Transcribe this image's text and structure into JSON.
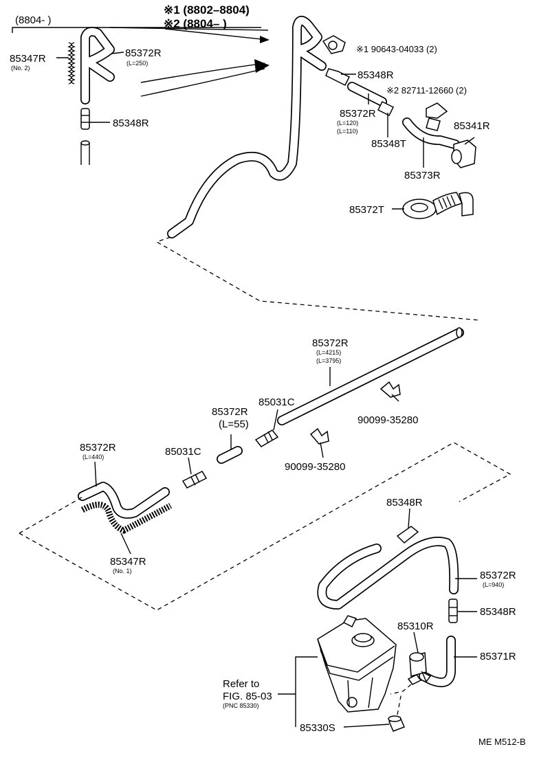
{
  "inset": {
    "year_label": "(8804-          )"
  },
  "legend": {
    "mark1": "※1 (8802–8804)",
    "mark2": "※2 (8804–          )"
  },
  "labels": {
    "p85347R_top": "85347R",
    "p85347R_top_sub": "(No. 2)",
    "p85372R_top": "85372R",
    "p85372R_top_sub": "(L=250)",
    "p85348R_top": "85348R",
    "clip1": "※1 90643-04033 (2)",
    "p85348R_a": "85348R",
    "clip2": "※2 82711-12660 (2)",
    "p85372R_b": "85372R",
    "p85372R_b_sub1": "(L=120)",
    "p85372R_b_sub2": "(L=110)",
    "p85341R": "85341R",
    "p85348T": "85348T",
    "p85373R": "85373R",
    "p85372T": "85372T",
    "p85372R_long": "85372R",
    "p85372R_long_sub1": "(L=4215)",
    "p85372R_long_sub2": "(L=3795)",
    "p85031C_a": "85031C",
    "p85372R_55": "85372R",
    "p85372R_55_sub": "(L=55)",
    "p90099_a": "90099-35280",
    "p90099_b": "90099-35280",
    "p85031C_b": "85031C",
    "p85372R_440": "85372R",
    "p85372R_440_sub": "(L=440)",
    "p85347R_no1": "85347R",
    "p85347R_no1_sub": "(No. 1)",
    "p85348R_c": "85348R",
    "p85372R_940": "85372R",
    "p85372R_940_sub": "(L=940)",
    "p85348R_d": "85348R",
    "p85310R": "85310R",
    "p85371R": "85371R",
    "refer1": "Refer to",
    "refer2": "FIG. 85-03",
    "refer3": "(PNC 85330)",
    "p85330S": "85330S",
    "code": "ME  M512-B"
  }
}
